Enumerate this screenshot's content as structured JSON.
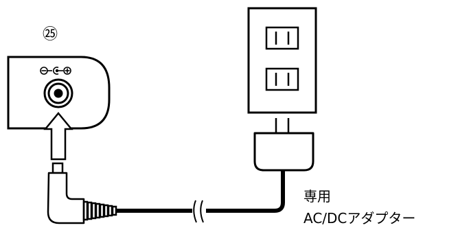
{
  "diagram": {
    "callout_number": "㉕",
    "adapter_label_line1": "専用",
    "adapter_label_line2": "AC/DCアダプター",
    "polarity_symbol": "⊖-◐-⊕",
    "icons": [
      "dc-jack-panel",
      "insert-arrow-icon",
      "dc-plug",
      "wall-outlet",
      "ac-adapter",
      "cable-break-icon"
    ],
    "colors": {
      "stroke": "#000000",
      "background": "#ffffff"
    }
  }
}
